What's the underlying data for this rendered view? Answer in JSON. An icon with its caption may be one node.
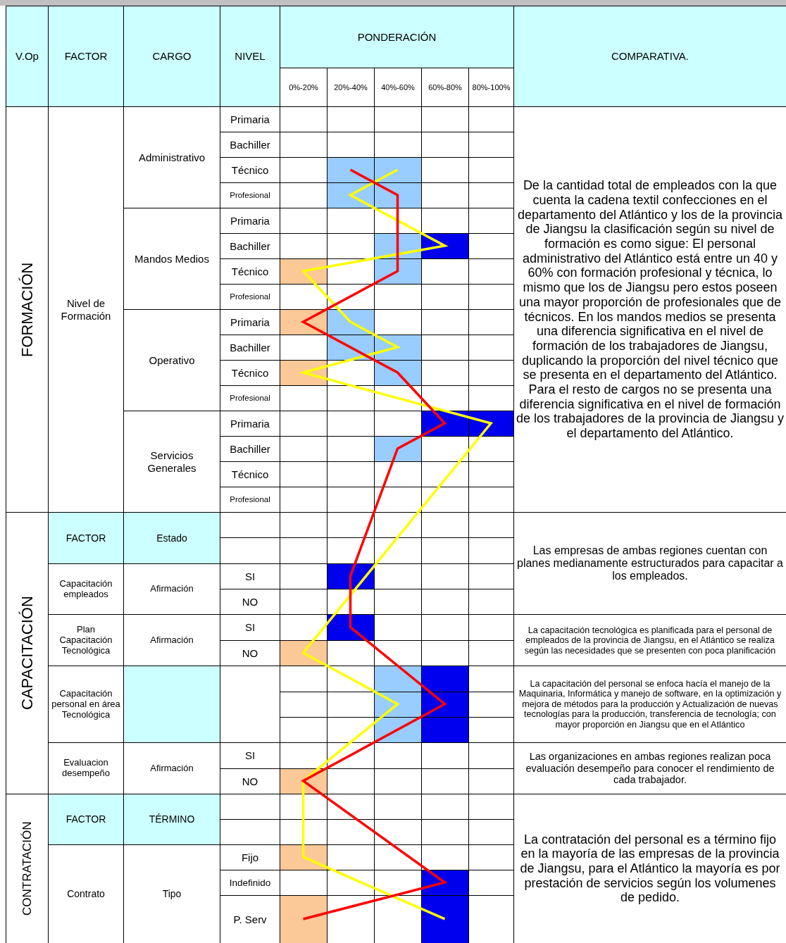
{
  "diagram": {
    "labels": [
      "V.Op",
      "FACTOR",
      "CARGO",
      "NIVEL",
      "PONDERACIÓN",
      "COMPARATIVA.",
      "0%-20%",
      "20%-40%",
      "40%-60%",
      "60%-80%",
      "80%-100%",
      "FORMACIÓN",
      "Nivel de Formación",
      "Administrativo",
      "Primaria",
      "Bachiller",
      "Técnico",
      "Profesional",
      "De la cantidad total de empleados con la que cuenta la cadena textil confecciones en el departamento del Atlántico y los de la provincia de Jiangsu la clasificación según su nivel de formación es como sigue: El personal administrativo del Atlántico está entre un 40 y 60% con formación profesional y técnica, lo mismo que los de Jiangsu pero estos poseen una mayor proporción de profesionales que de técnicos.  En los mandos medios se presenta una diferencia significativa en el nivel de formación de los trabajadores de Jiangsu, duplicando la proporción del nivel técnico que se presenta en el departamento del Atlántico. Para el resto de cargos no se presenta una diferencia significativa en el nivel de formación de los trabajadores de la provincia de Jiangsu y el departamento del Atlántico.",
      "Mandos Medios",
      "Primaria",
      "Bachiller",
      "Técnico",
      "Profesional",
      "Operativo",
      "Primaria",
      "Bachiller",
      "Técnico",
      "Profesional",
      "Servicios Generales",
      "Primaria",
      "Bachiller",
      "Técnico",
      "Profesional",
      "CAPACITACIÓN",
      "FACTOR",
      "Estado",
      "Las empresas de ambas regiones cuentan con planes medianamente estructurados para capacitar a los empleados.",
      "Capacitación empleados",
      "Afirmación",
      "SI",
      "NO",
      "Plan Capacitación Tecnológica",
      "Afirmación",
      "SI",
      "NO",
      "La capacitación tecnológica es planificada para el personal de empleados de la provincia de Jiangsu, en el Atlántico se realiza según las necesidades que se presenten con poca planificación",
      "Capacitación personal en área Tecnológica",
      "La capacitación del personal se enfoca hacía el manejo de la Maquinaria, Informática y manejo de software,  en la optimización y mejora de métodos para la producción y Actualización de nuevas tecnologías para la producción, transferencia de tecnología; con mayor proporción en Jiangsu que en el Atlántico",
      "Evaluacion desempeño",
      "Afirmación",
      "SI",
      "NO",
      "Las organizaciones en ambas regiones realizan poca evaluación desempeño para conocer el rendimiento de cada trabajador.",
      "CONTRATACIÓN",
      "FACTOR",
      "TÉRMINO",
      "La contratación del personal es a término fijo en la mayoría de las empresas de la provincia de Jiangsu, para el Atlántico la mayoría es por prestación de servicios según los volumenes de pedido.",
      "Contrato",
      "Tipo",
      "Fijo",
      "Indefinido",
      "P. Serv"
    ]
  }
}
